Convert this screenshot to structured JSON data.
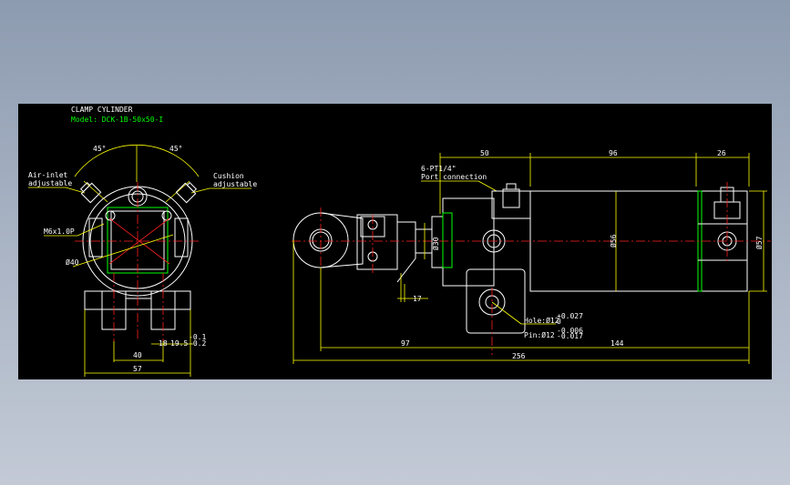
{
  "title": "CLAMP CYLINDER",
  "model": "Model: DCK-1B-50x50-I",
  "left_view": {
    "angle_left": "45°",
    "angle_right": "45°",
    "air_inlet_1": "Air-inlet",
    "air_inlet_2": "adjustable",
    "cushion_1": "Cushion",
    "cushion_2": "adjustable",
    "thread": "M6x1.0P",
    "dia": "Ø40",
    "dim_18": "18",
    "dim_19_5": "19.5",
    "dim_19_5_tol_up": "-0.1",
    "dim_19_5_tol_dn": "-0.2",
    "dim_40": "40",
    "dim_57": "57"
  },
  "right_view": {
    "port_1": "6-PT1/4\"",
    "port_2": "Port connection",
    "dim_50": "50",
    "dim_96": "96",
    "dim_26": "26",
    "dim_30": "Ø30",
    "dim_56": "Ø56",
    "dim_57": "Ø57",
    "dim_17": "17",
    "hole": "Hole:Ø12",
    "hole_tol_up": "+0.027",
    "hole_tol_dn": "0",
    "pin": "Pin:Ø12",
    "pin_tol_up": "-0.006",
    "pin_tol_dn": "-0.017",
    "dim_97": "97",
    "dim_144": "144",
    "dim_256": "256"
  },
  "colors": {
    "background": "#000000",
    "outline": "#ffffff",
    "dimension": "#ffff00",
    "centerline": "#ff2020",
    "highlight": "#00ff00"
  }
}
